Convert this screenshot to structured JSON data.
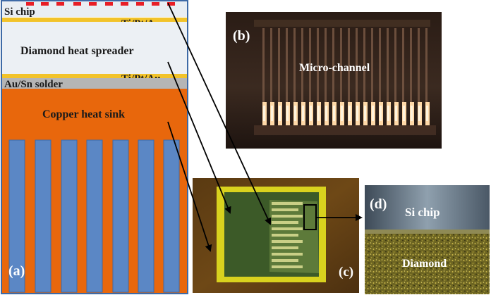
{
  "panel_a": {
    "layers": {
      "si_chip": "Si chip",
      "ti_pt_au_top": "Ti/Pt/Au",
      "diamond": "Diamond heat spreader",
      "au_sn": "Au/Sn solder",
      "ti_pt_au_bottom": "Ti/Pt/Au",
      "copper": "Copper heat sink"
    },
    "label": "(a)"
  },
  "panel_b": {
    "label": "(b)",
    "caption": "Micro-channel"
  },
  "panel_c": {
    "label": "(c)"
  },
  "panel_d": {
    "label": "(d)",
    "top_text": "Si chip",
    "bottom_text": "Diamond"
  },
  "colors": {
    "si_chip": "#e9eef3",
    "gold": "#f2c32a",
    "diamond": "#ecf0f4",
    "solder": "#b5b5b5",
    "copper": "#e8670c",
    "channel": "#5b87c5",
    "border": "#3e6aa6",
    "heater": "#e81e25"
  }
}
